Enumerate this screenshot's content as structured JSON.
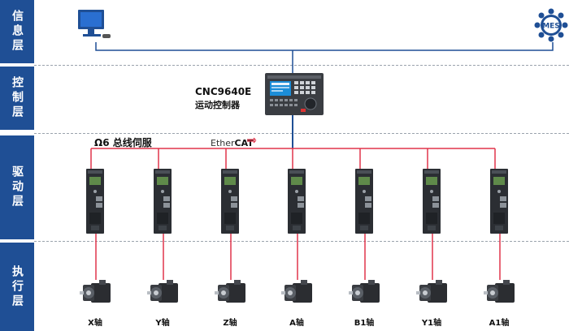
{
  "layers": [
    {
      "id": "info",
      "label": "信息层"
    },
    {
      "id": "control",
      "label": "控制层"
    },
    {
      "id": "drive",
      "label": "驱动层"
    },
    {
      "id": "exec",
      "label": "执行层"
    }
  ],
  "controller": {
    "model": "CNC9640E",
    "subtitle": "运动控制器"
  },
  "servo_bus": {
    "label": "Ω6 总线伺服"
  },
  "fieldbus": {
    "prefix": "Ether",
    "suffix": "CAT"
  },
  "mes_badge": "MES",
  "axes": [
    "X轴",
    "Y轴",
    "Z轴",
    "A轴",
    "B1轴",
    "Y1轴",
    "A1轴"
  ],
  "colors": {
    "layer_tab": "#1f4f95",
    "info_bus": "#1f4f95",
    "drive_bus": "#e0344a"
  }
}
